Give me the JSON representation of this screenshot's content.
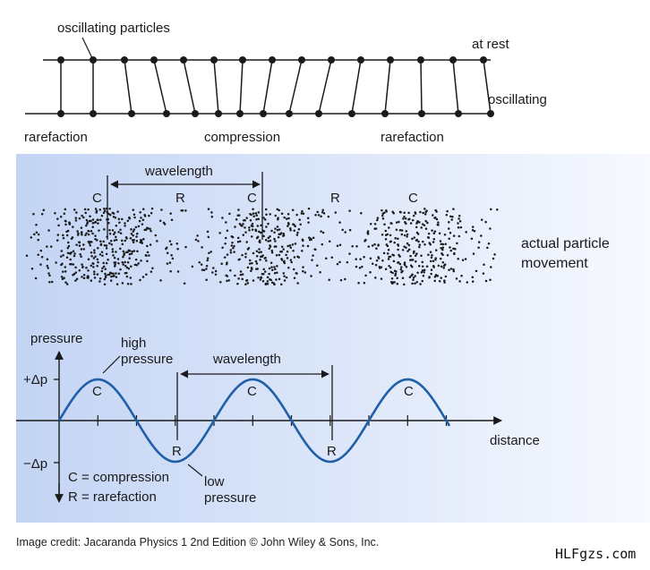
{
  "top_panel": {
    "oscillating_particles": "oscillating particles",
    "at_rest": "at rest",
    "oscillating": "oscillating",
    "rarefaction_left": "rarefaction",
    "compression": "compression",
    "rarefaction_right": "rarefaction"
  },
  "particle_panel": {
    "wavelength": "wavelength",
    "markers": [
      "C",
      "R",
      "C",
      "R",
      "C"
    ],
    "side_label_line1": "actual particle",
    "side_label_line2": "movement"
  },
  "graph_panel": {
    "y_axis_label": "pressure",
    "plus_dp": "+Δp",
    "minus_dp": "−Δp",
    "high_pressure_line1": "high",
    "high_pressure_line2": "pressure",
    "wavelength": "wavelength",
    "distance": "distance",
    "low_pressure_line1": "low",
    "low_pressure_line2": "pressure",
    "crest_markers": [
      "C",
      "C",
      "C"
    ],
    "trough_markers": [
      "R",
      "R"
    ],
    "key_compression": "C = compression",
    "key_rarefaction": "R = rarefaction"
  },
  "colors": {
    "wave": "#1f5fa8",
    "panel_light": "#e4ecfb",
    "panel_dark": "#c3d4f4",
    "ink": "#1a1a1a"
  },
  "credit": "Image credit: Jacaranda Physics 1 2nd Edition © John Wiley & Sons, Inc.",
  "watermark": "HLFgzs.com"
}
